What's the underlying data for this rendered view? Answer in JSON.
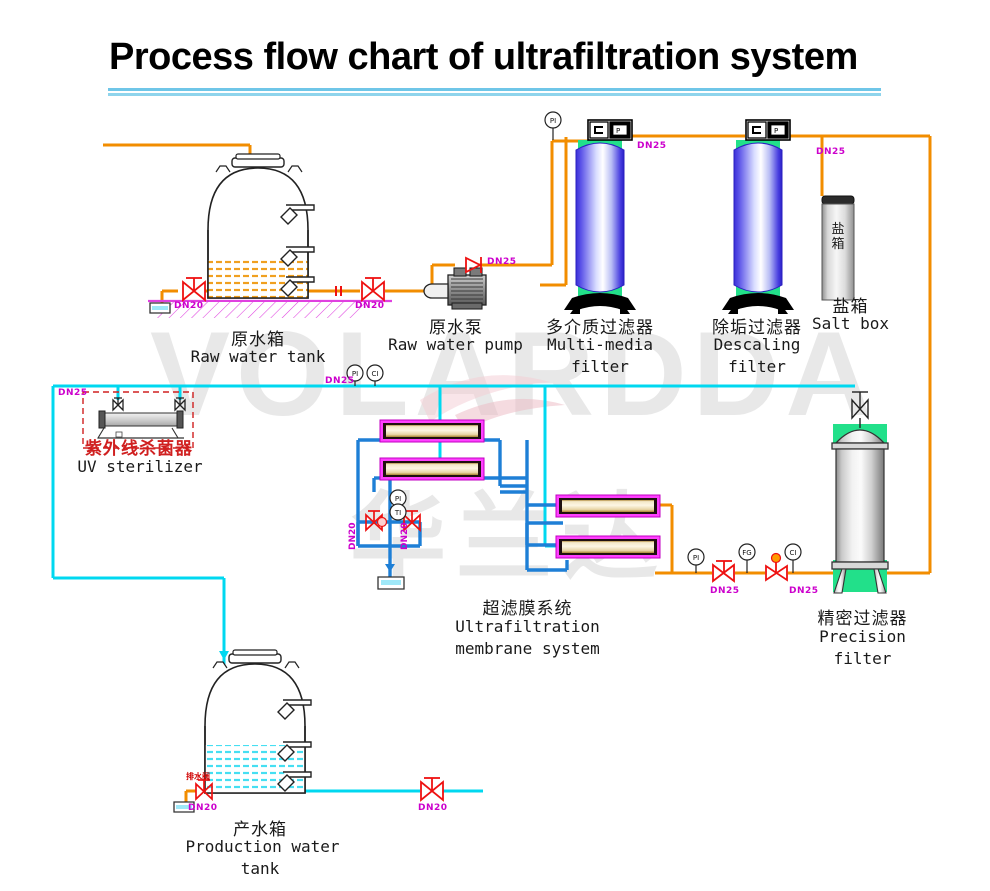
{
  "title": "Process flow chart of ultrafiltration system",
  "watermark": {
    "latin": "VOLARDDA",
    "cn": "华兰达"
  },
  "equipment": {
    "raw_water_tank": {
      "cn": "原水箱",
      "en1": "Raw water tank",
      "en2": ""
    },
    "raw_water_pump": {
      "cn": "原水泵",
      "en1": "Raw water pump",
      "en2": ""
    },
    "multi_media": {
      "cn": "多介质过滤器",
      "en1": "Multi-media",
      "en2": "filter"
    },
    "descaling": {
      "cn": "除垢过滤器",
      "en1": "Descaling",
      "en2": "filter"
    },
    "salt_box": {
      "cn": "盐箱",
      "en1": "Salt box",
      "en2": "",
      "body_cn": "盐箱"
    },
    "uv_sterilizer": {
      "cn": "紫外线杀菌器",
      "en1": "UV sterilizer",
      "en2": ""
    },
    "uf_system": {
      "cn": "超滤膜系统",
      "en1": "Ultrafiltration",
      "en2": "membrane system"
    },
    "precision_filter": {
      "cn": "精密过滤器",
      "en1": "Precision",
      "en2": "filter"
    },
    "production_tank": {
      "cn": "产水箱",
      "en1": "Production water",
      "en2": "tank"
    }
  },
  "pipe_labels": [
    {
      "id": "dn20-tank-in",
      "text": "DN20"
    },
    {
      "id": "dn20-tank-out",
      "text": "DN20"
    },
    {
      "id": "dn25-pump-out",
      "text": "DN25"
    },
    {
      "id": "dn25-mmf-top",
      "text": "DN25"
    },
    {
      "id": "dn25-desc-top",
      "text": "DN25"
    },
    {
      "id": "dn25-uv-left",
      "text": "DN25"
    },
    {
      "id": "dn25-uf-feed",
      "text": "DN25"
    },
    {
      "id": "dn20-uf-left",
      "text": "DN20"
    },
    {
      "id": "dn20-uf-right",
      "text": "DN20"
    },
    {
      "id": "dn25-pf-left",
      "text": "DN25"
    },
    {
      "id": "dn25-pf-right",
      "text": "DN25"
    },
    {
      "id": "dn20-prod-drain",
      "text": "DN20"
    },
    {
      "id": "dn20-prod-out",
      "text": "DN20"
    }
  ],
  "instruments": [
    {
      "id": "pi-mmf",
      "tag": "PI"
    },
    {
      "id": "pi-uf-in",
      "tag": "PI"
    },
    {
      "id": "ci-uf-in",
      "tag": "CI"
    },
    {
      "id": "pi-uf-dr",
      "tag": "PI"
    },
    {
      "id": "ti-uf-dr",
      "tag": "TI"
    },
    {
      "id": "pi-pf",
      "tag": "PI"
    },
    {
      "id": "fg-pf",
      "tag": "FG"
    },
    {
      "id": "ci-pf",
      "tag": "CI"
    }
  ],
  "annotations": {
    "drain_valve_cn": "排水阀"
  },
  "colors": {
    "raw_line": "#f28d00",
    "product_line": "#00d8f0",
    "feed_line": "#1e7fd6",
    "valve_red": "#ee1111",
    "label_magenta": "#cc00cc",
    "tank_water_raw": "#f0a020",
    "tank_water_prod": "#00d8f0",
    "vessel_green": "#22e08a",
    "title_underline": "#6fc6e8"
  }
}
